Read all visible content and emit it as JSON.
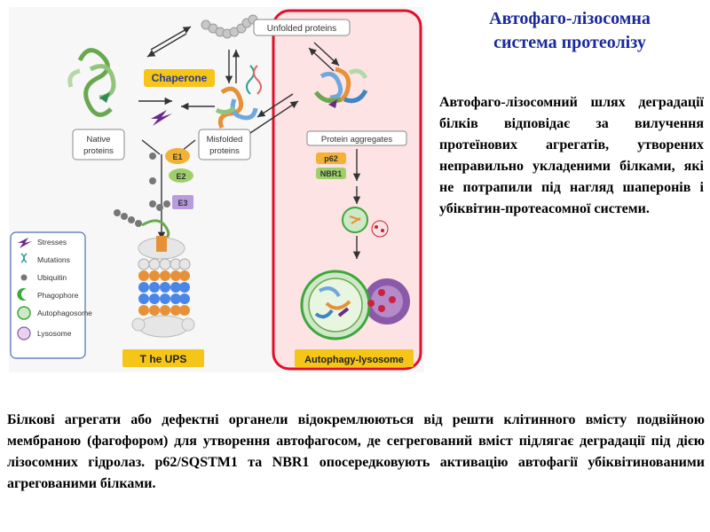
{
  "title": {
    "line1": "Автофаго-лізосомна",
    "line2": "система протеолізу"
  },
  "side_paragraph": "Автофаго-лізосомний шлях деградації білків відповідає за вилучення протеїнових агрегатів, утворених неправильно укладеними білками, які не потрапили під нагляд шаперонів і убіквітин-протеасомної системи.",
  "bottom_paragraph": "Білкові агрегати або дефектні органели відокремлюються від решти клітинного вмісту подвійною мембраною (фагофором) для утворення автофагосом, де сегрегований вміст підлягає деградації під дією лізосомних гідролаз. p62/SQSTM1 та NBR1 опосередковують активацію автофагії убіквітинованими агрегованими білками.",
  "diagram": {
    "unfolded_label": "Unfolded proteins",
    "chaperone_label": "Chaperone",
    "native_label_1": "Native",
    "native_label_2": "proteins",
    "misfolded_label_1": "Misfolded",
    "misfolded_label_2": "proteins",
    "aggregates_label": "Protein aggregates",
    "p62_label": "p62",
    "nbr1_label": "NBR1",
    "e1_label": "E1",
    "e2_label": "E2",
    "e3_label": "E3",
    "ups_label": "T he UPS",
    "autophagy_label": "Autophagy-lysosome",
    "legend": {
      "stresses": "Stresses",
      "mutations": "Mutations",
      "ubiquitin": "Ubiquitin",
      "phagophore": "Phagophore",
      "autophagosome": "Autophagosome",
      "lysosome": "Lysosome"
    },
    "colors": {
      "chaperone_box": "#f5c518",
      "highlight_border": "#e0102a",
      "highlight_fill": "#fde3e3",
      "e1": "#f2b233",
      "e2": "#9ed06a",
      "e3": "#b99be0",
      "lysosome": "#8a5aa8",
      "phagophore": "#3aa83a"
    }
  }
}
